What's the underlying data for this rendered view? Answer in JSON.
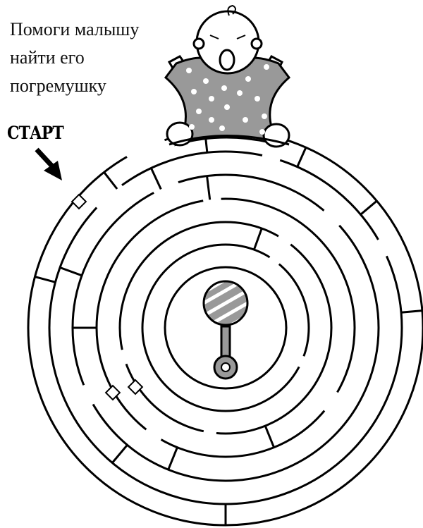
{
  "title": {
    "line1": "Помоги малышу",
    "line2": "найти его",
    "line3": "погремушку"
  },
  "start_label": "СТАРТ",
  "colors": {
    "ink": "#000000",
    "fill": "#999999",
    "stripe": "#ffffff"
  }
}
